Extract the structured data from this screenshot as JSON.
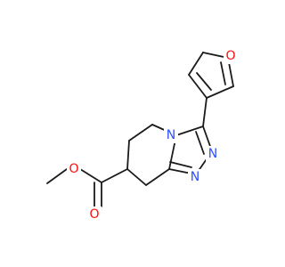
{
  "molecule": {
    "atoms": [
      {
        "element": "O",
        "color": "#ff0d0d"
      },
      {
        "element": "O",
        "color": "#ff0d0d"
      },
      {
        "element": "O",
        "color": "#ff0d0d"
      },
      {
        "element": "N",
        "color": "#3050f8"
      },
      {
        "element": "N",
        "color": "#3050f8"
      },
      {
        "element": "N",
        "color": "#3050f8"
      }
    ],
    "bond_color": "#1a1a1a",
    "background": "#ffffff"
  }
}
